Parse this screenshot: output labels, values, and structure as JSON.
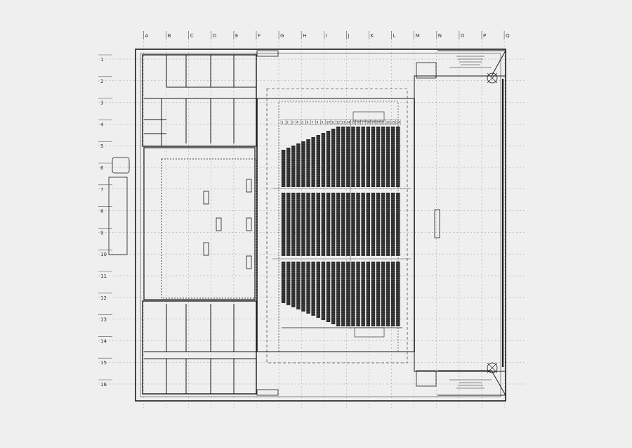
{
  "drawing": {
    "column_grid_labels": [
      "A",
      "B",
      "C",
      "D",
      "E",
      "F",
      "G",
      "H",
      "I",
      "J",
      "K",
      "L",
      "M",
      "N",
      "O",
      "P",
      "Q"
    ],
    "row_grid_labels": [
      "1",
      "2",
      "3",
      "4",
      "5",
      "6",
      "7",
      "8",
      "9",
      "10",
      "11",
      "12",
      "13",
      "14",
      "15",
      "16"
    ],
    "seat_row_numbers": [
      "1",
      "2",
      "3",
      "4",
      "5",
      "6",
      "7",
      "8",
      "9",
      "10",
      "11",
      "12",
      "13",
      "14",
      "15",
      "16",
      "17",
      "18",
      "19",
      "20",
      "21",
      "22",
      "23",
      "24"
    ],
    "colors": {
      "background": "#efefef",
      "line": "#1a1a1a",
      "grid": "#9a9a9a",
      "seat_fill": "#2a2a2a"
    }
  }
}
